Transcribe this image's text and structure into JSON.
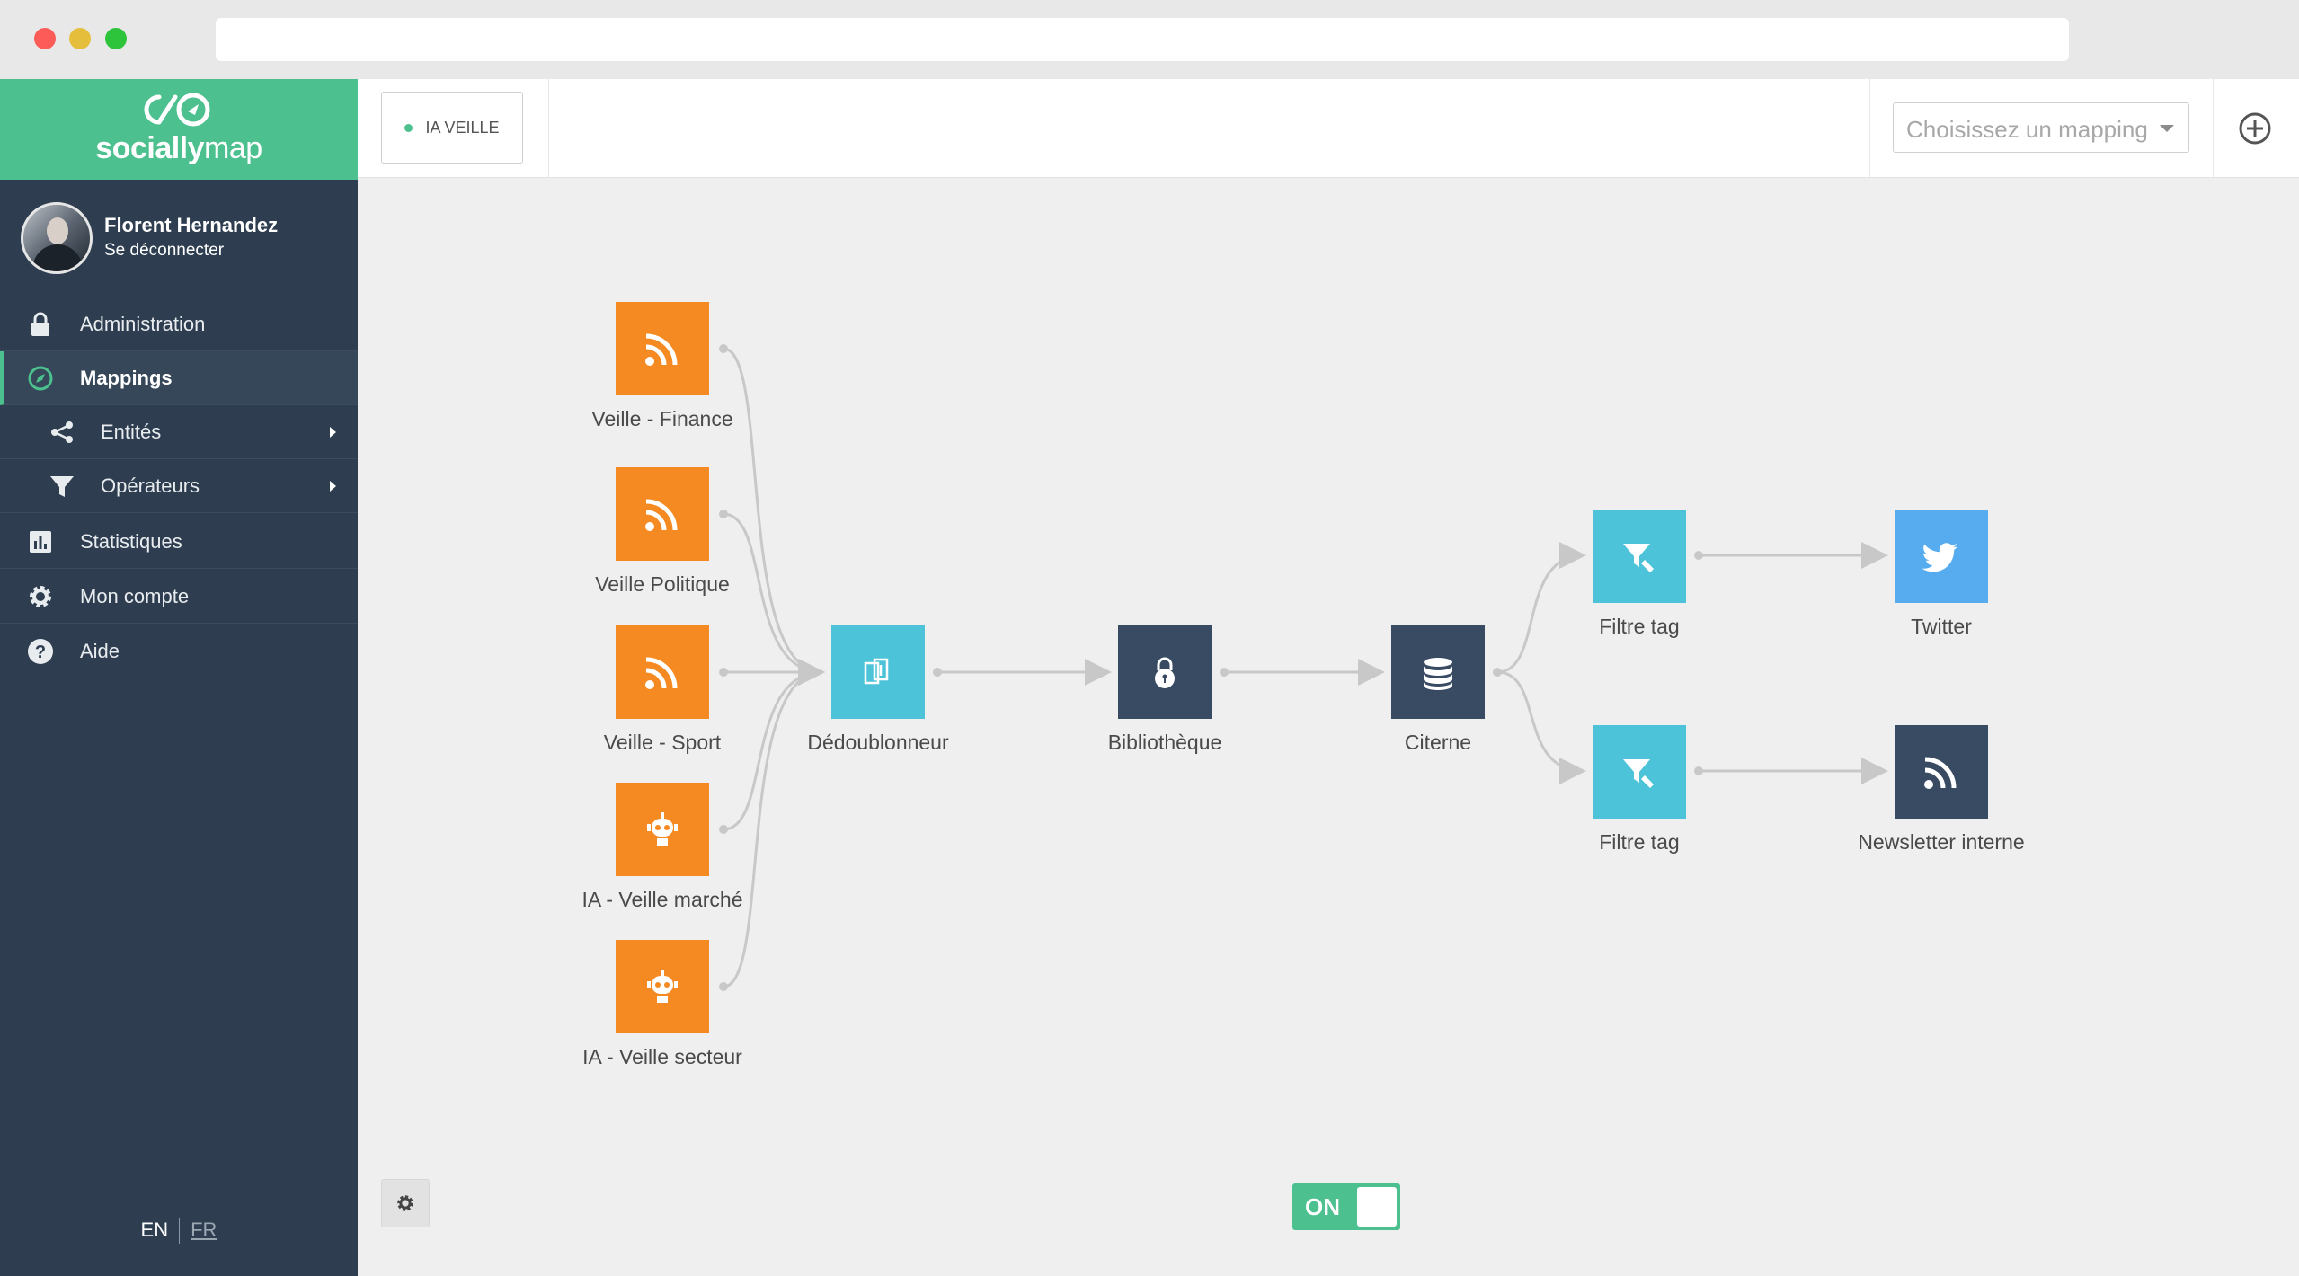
{
  "brand": {
    "prefix": "socially",
    "suffix": "map"
  },
  "user": {
    "name": "Florent Hernandez",
    "logout": "Se déconnecter"
  },
  "nav": {
    "administration": "Administration",
    "mappings": "Mappings",
    "entites": "Entités",
    "operateurs": "Opérateurs",
    "statistiques": "Statistiques",
    "mon_compte": "Mon compte",
    "aide": "Aide"
  },
  "lang": {
    "en": "EN",
    "fr": "FR"
  },
  "topbar": {
    "active_tab": "IA VEILLE",
    "mapping_select_placeholder": "Choisissez un mapping"
  },
  "nodes": {
    "veille_finance": "Veille - Finance",
    "veille_politique": "Veille Politique",
    "veille_sport": "Veille - Sport",
    "ia_veille_marche": "IA - Veille marché",
    "ia_veille_secteur": "IA - Veille secteur",
    "dedoublonneur": "Dédoublonneur",
    "bibliotheque": "Bibliothèque",
    "citerne": "Citerne",
    "filtre_tag_1": "Filtre tag",
    "filtre_tag_2": "Filtre tag",
    "twitter": "Twitter",
    "newsletter": "Newsletter interne"
  },
  "toggle": {
    "label": "ON",
    "state": "on"
  },
  "colors": {
    "brand_green": "#4cc08e",
    "sidebar": "#2e3e50",
    "rss_orange": "#f58a23",
    "operator_teal": "#4cc3d9",
    "storage_dark": "#384b63",
    "twitter_blue": "#56acee"
  }
}
